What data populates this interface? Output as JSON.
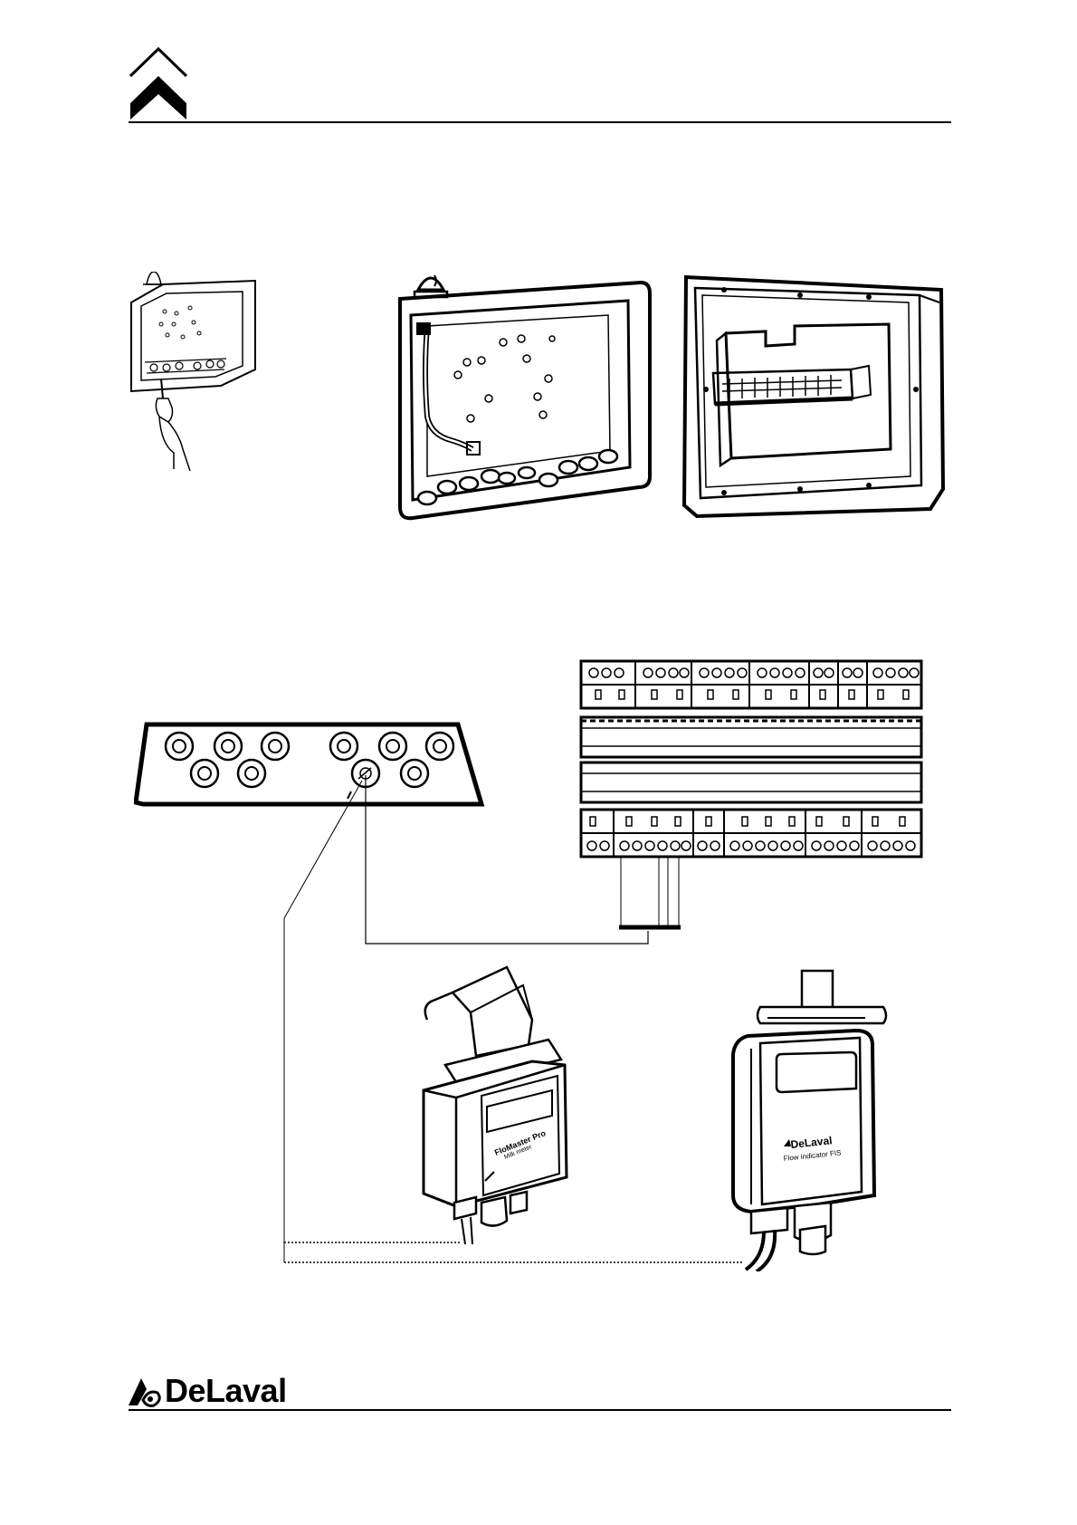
{
  "footer": {
    "brand": "DeLaval"
  },
  "devices": {
    "milk_meter": {
      "label_line1": "FloMaster Pro",
      "label_line2": "Milk meter"
    },
    "flow_indicator": {
      "brand": "DeLaval",
      "label": "Flow indicator FIS"
    }
  },
  "colors": {
    "ink": "#000000",
    "paper": "#ffffff"
  }
}
